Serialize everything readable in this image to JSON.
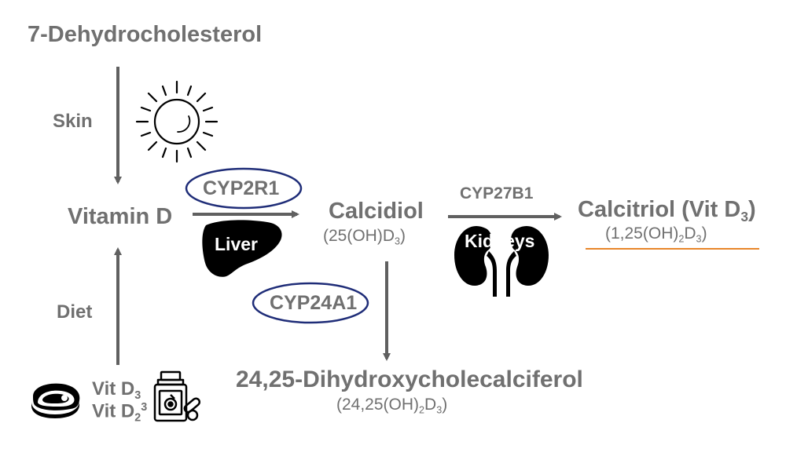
{
  "nodes": {
    "dehydro": "7-Dehydrocholesterol",
    "vitamin_d": "Vitamin D",
    "calcidiol": "Calcidiol",
    "calcidiol_formula": {
      "a": "(25(OH)D",
      "sub": "3",
      "b": ")"
    },
    "calcitriol": {
      "a": "Calcitriol (Vit D",
      "sub": "3",
      "b": ")"
    },
    "calcitriol_formula": {
      "a": "(1,25(OH)",
      "sub1": "2",
      "b": "D",
      "sub2": "3",
      "c": ")"
    },
    "dihydroxy": "24,25-Dihydroxycholecalciferol",
    "dihydroxy_formula": {
      "a": "(24,25(OH)",
      "sub1": "2",
      "b": "D",
      "sub2": "3",
      "c": ")"
    }
  },
  "labels": {
    "skin": "Skin",
    "diet": "Diet",
    "liver": "Liver",
    "kidneys": "Kidneys",
    "vit_d3": {
      "a": "Vit D",
      "sub": "3"
    },
    "vit_d2": {
      "a": "Vit D",
      "sub": "2",
      "sup": "3"
    }
  },
  "enzymes": {
    "cyp2r1": "CYP2R1",
    "cyp27b1": "CYP27B1",
    "cyp24a1": "CYP24A1"
  },
  "colors": {
    "text": "#707070",
    "arrow": "#606060",
    "ellipse": "#1f2d78",
    "underline": "#e8862a",
    "icon": "#000000"
  },
  "icons": [
    "sun-icon",
    "liver-icon",
    "kidneys-icon",
    "steak-icon",
    "supplement-bottle-icon"
  ]
}
